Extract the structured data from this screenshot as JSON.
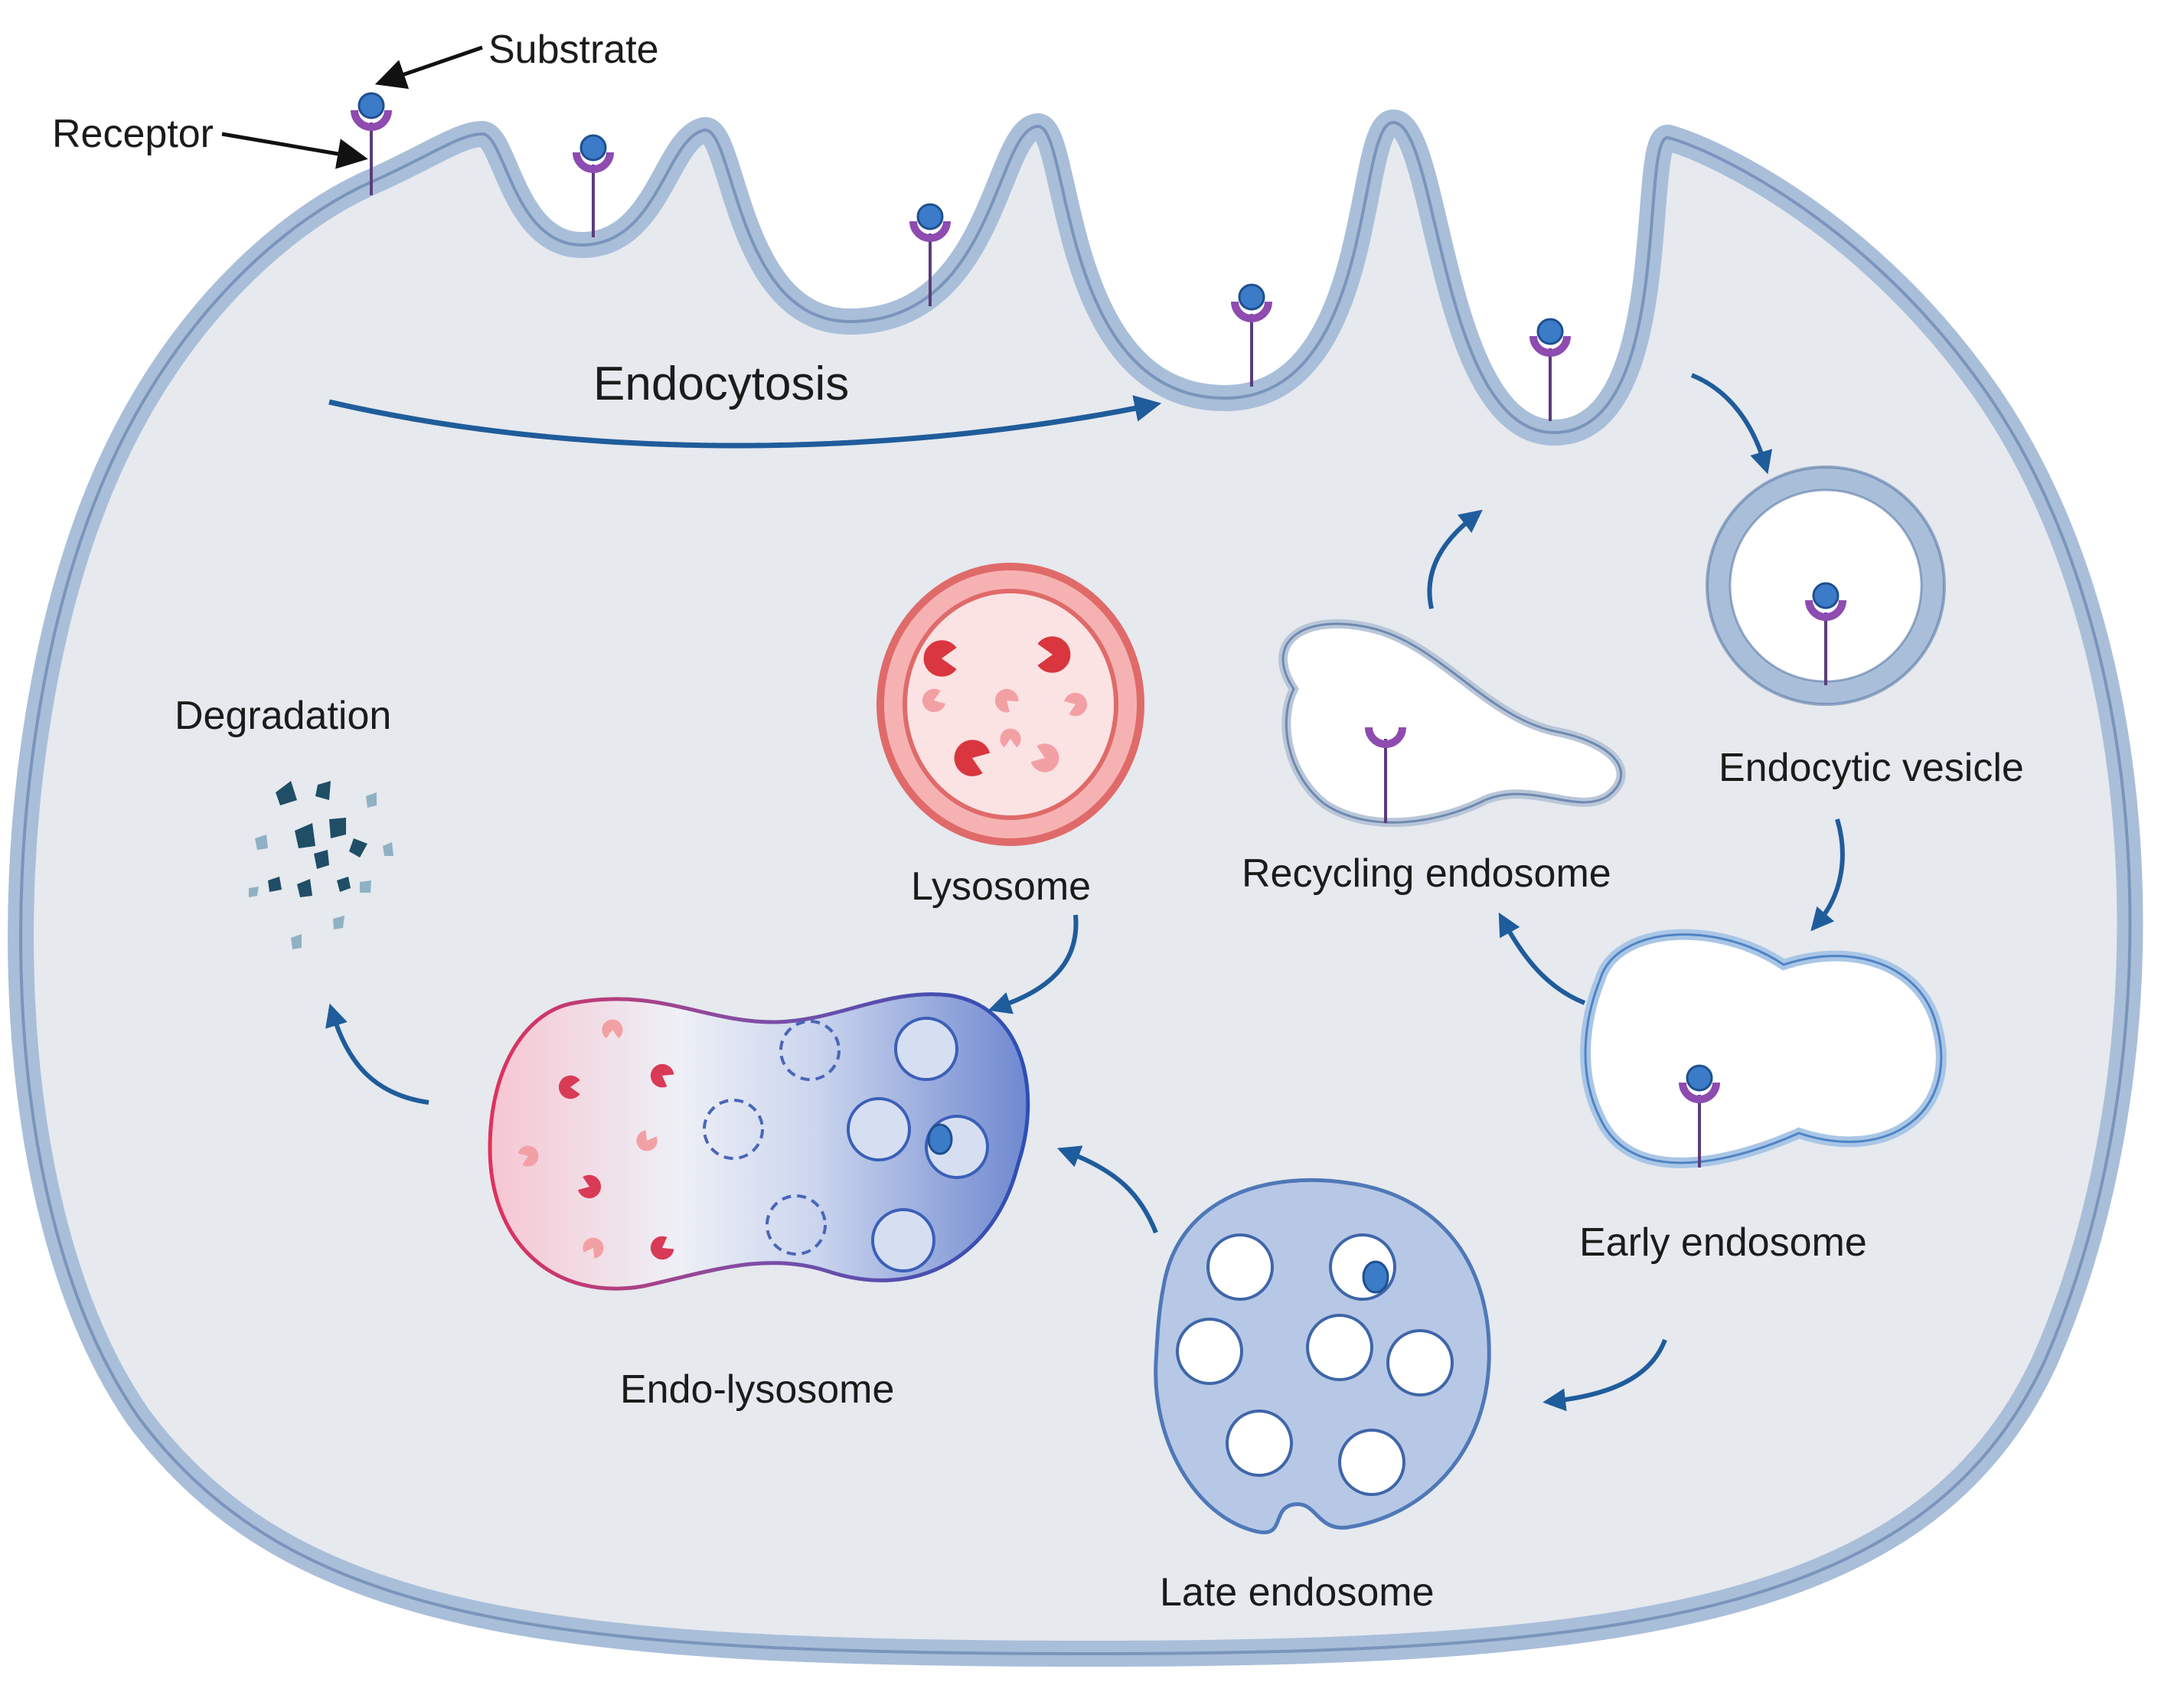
{
  "labels": {
    "substrate": "Substrate",
    "receptor": "Receptor",
    "endocytosis": "Endocytosis",
    "degradation": "Degradation",
    "lysosome": "Lysosome",
    "recycling_endosome": "Recycling endosome",
    "endocytic_vesicle": "Endocytic vesicle",
    "early_endosome": "Early endosome",
    "endo_lysosome": "Endo-lysosome",
    "late_endosome": "Late endosome"
  },
  "colors": {
    "membrane": "#a9bed9",
    "membrane_outline": "#4f6f99",
    "cytoplasm": "#e6e9ee",
    "arrow": "#1f5c9b",
    "receptor": "#8e4bb0",
    "substrate": "#3b7bc8",
    "lysosome_red": "#d9363f",
    "lysosome_pink": "#f3a0a4",
    "fragment_dark": "#1f4e66",
    "fragment_light": "#8fb1c3"
  }
}
